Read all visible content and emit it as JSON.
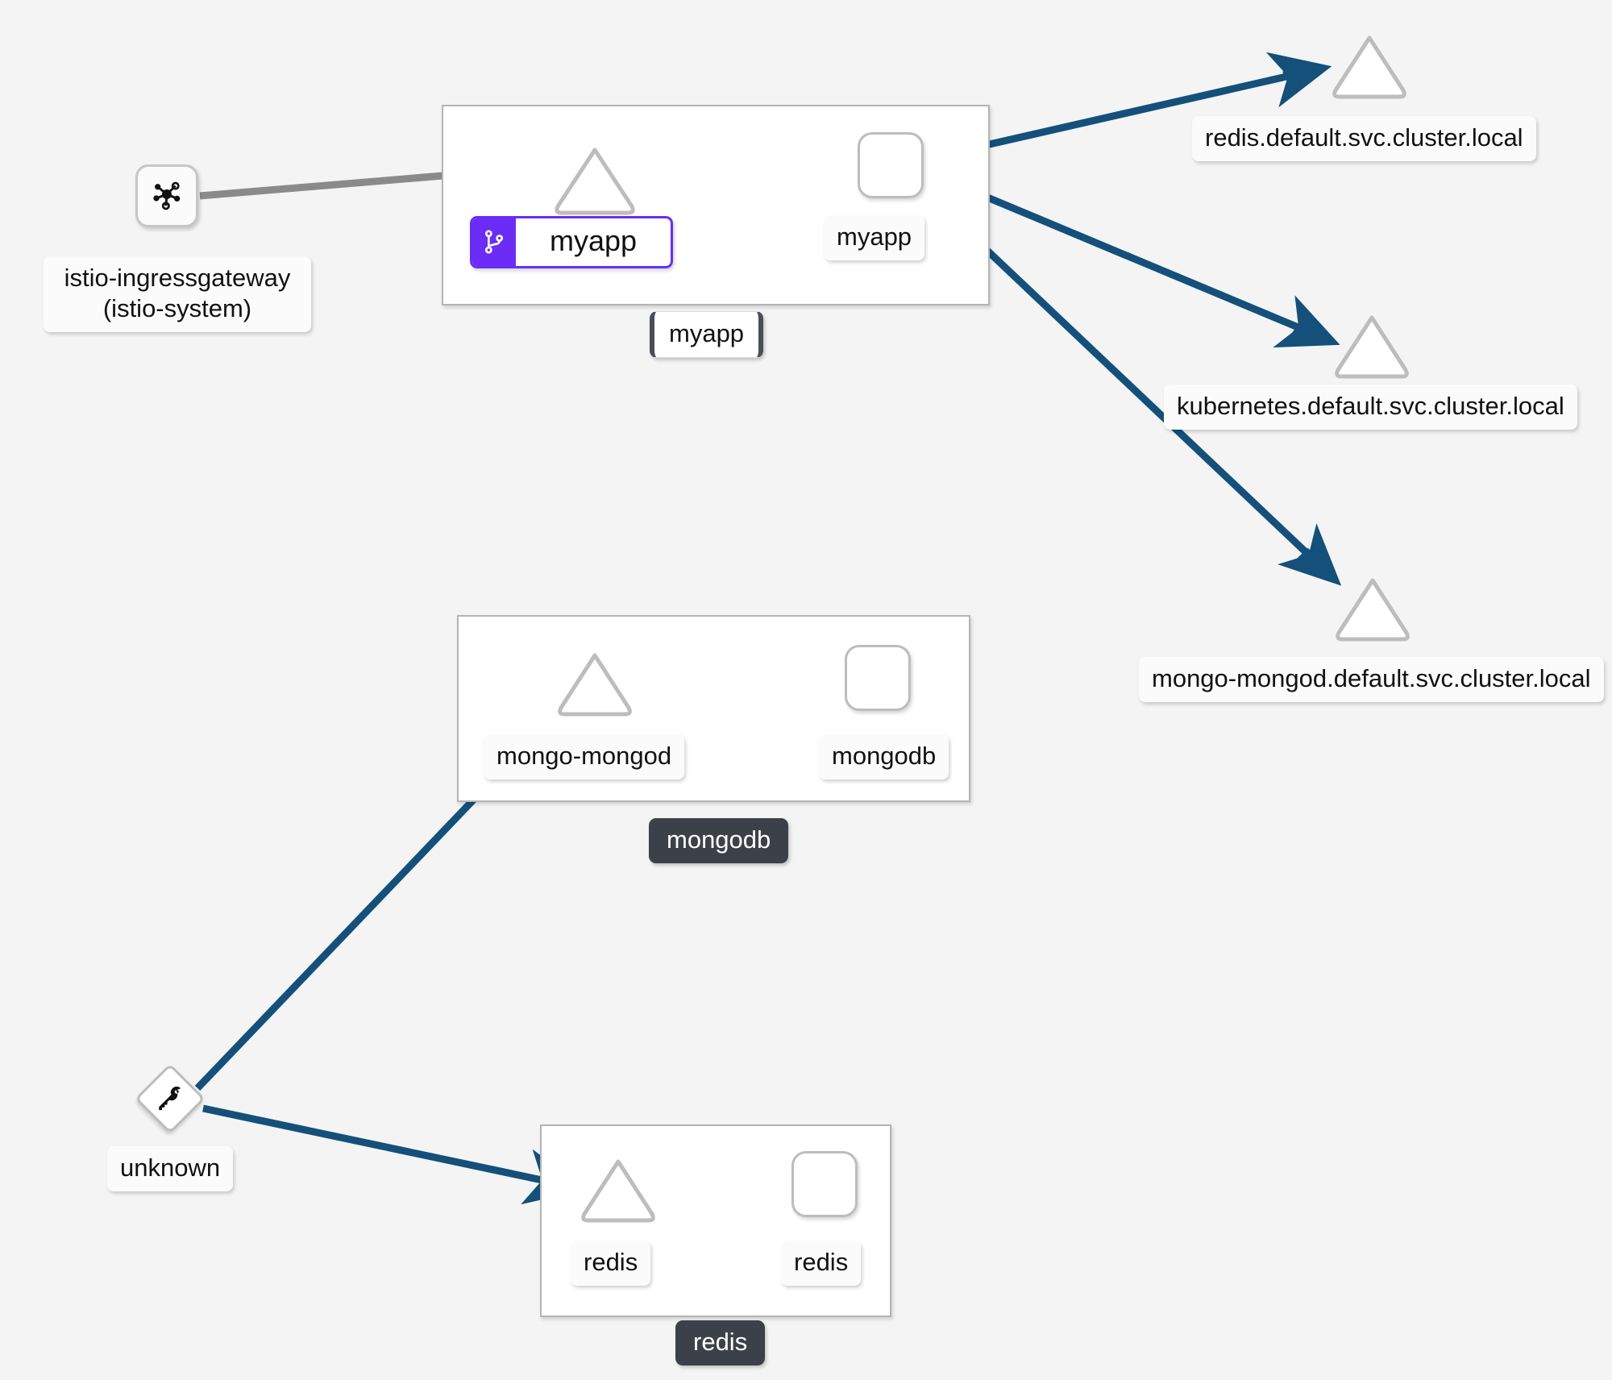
{
  "graph": {
    "title": "kiali-service-mesh-graph",
    "background_color": "#f4f4f4",
    "colors": {
      "edge_healthy": "#14507a",
      "edge_idle": "#8fa9bd",
      "edge_grey": "#8a8a8a",
      "node_border": "#bdbdbd",
      "node_fill": "#ffffff",
      "group_border": "#b4b4b4",
      "group_badge": "#3c4149",
      "service_badge_accent": "#6b2df5"
    },
    "groups": [
      {
        "id": "grp-myapp",
        "label": "myapp",
        "style": "selected"
      },
      {
        "id": "grp-mongodb",
        "label": "mongodb",
        "style": "dark"
      },
      {
        "id": "grp-redis",
        "label": "redis",
        "style": "dark"
      }
    ],
    "nodes": [
      {
        "id": "n-istio-ingressgateway",
        "shape": "rounded-square-icon",
        "icon": "mesh-icon",
        "label": "istio-ingressgateway\n(istio-system)",
        "label_line1": "istio-ingressgateway",
        "label_line2": "(istio-system)",
        "kind": "workload"
      },
      {
        "id": "n-myapp-service",
        "shape": "triangle",
        "label": "myapp",
        "kind": "service",
        "badge_icon": "git-branch-icon",
        "badge_accent": "#6b2df5",
        "group": "grp-myapp"
      },
      {
        "id": "n-myapp-workload",
        "shape": "rounded-square",
        "label": "myapp",
        "kind": "workload",
        "group": "grp-myapp"
      },
      {
        "id": "n-redis-external",
        "shape": "triangle",
        "label": "redis.default.svc.cluster.local",
        "kind": "service-entry"
      },
      {
        "id": "n-kubernetes-external",
        "shape": "triangle",
        "label": "kubernetes.default.svc.cluster.local",
        "kind": "service-entry"
      },
      {
        "id": "n-mongo-external",
        "shape": "triangle",
        "label": "mongo-mongod.default.svc.cluster.local",
        "kind": "service-entry"
      },
      {
        "id": "n-mongo-mongod-service",
        "shape": "triangle",
        "label": "mongo-mongod",
        "kind": "service",
        "group": "grp-mongodb"
      },
      {
        "id": "n-mongodb-workload",
        "shape": "rounded-square",
        "label": "mongodb",
        "kind": "workload",
        "group": "grp-mongodb"
      },
      {
        "id": "n-unknown",
        "shape": "diamond-icon",
        "icon": "key-icon",
        "label": "unknown",
        "kind": "unknown"
      },
      {
        "id": "n-redis-service",
        "shape": "triangle",
        "label": "redis",
        "kind": "service",
        "group": "grp-redis"
      },
      {
        "id": "n-redis-workload",
        "shape": "rounded-square",
        "label": "redis",
        "kind": "workload",
        "group": "grp-redis"
      }
    ],
    "edges": [
      {
        "id": "e-ingress-to-myapp-svc",
        "from": "n-istio-ingressgateway",
        "to": "n-myapp-service",
        "color": "#8a8a8a",
        "marker": "arrow"
      },
      {
        "id": "e-myapp-svc-to-workload",
        "from": "n-myapp-service",
        "to": "n-myapp-workload",
        "color": "#8a8a8a",
        "marker": "arrow"
      },
      {
        "id": "e-myapp-to-redis-ext",
        "from": "n-myapp-workload",
        "to": "n-redis-external",
        "color": "#14507a",
        "marker": "mtls-arrow"
      },
      {
        "id": "e-myapp-to-kubernetes-ext",
        "from": "n-myapp-workload",
        "to": "n-kubernetes-external",
        "color": "#14507a",
        "marker": "mtls-arrow"
      },
      {
        "id": "e-myapp-to-mongo-ext",
        "from": "n-myapp-workload",
        "to": "n-mongo-external",
        "color": "#14507a",
        "marker": "mtls-arrow"
      },
      {
        "id": "e-unknown-to-mongo-svc",
        "from": "n-unknown",
        "to": "n-mongo-mongod-service",
        "color": "#14507a",
        "marker": "plain-arrow"
      },
      {
        "id": "e-mongo-svc-to-workload",
        "from": "n-mongo-mongod-service",
        "to": "n-mongodb-workload",
        "color": "#14507a",
        "marker": "mtls-arrow"
      },
      {
        "id": "e-unknown-to-redis-svc",
        "from": "n-unknown",
        "to": "n-redis-service",
        "color": "#14507a",
        "marker": "mtls-arrow"
      },
      {
        "id": "e-redis-svc-to-workload",
        "from": "n-redis-service",
        "to": "n-redis-workload",
        "color": "#14507a",
        "marker": "mtls-arrow"
      }
    ]
  }
}
